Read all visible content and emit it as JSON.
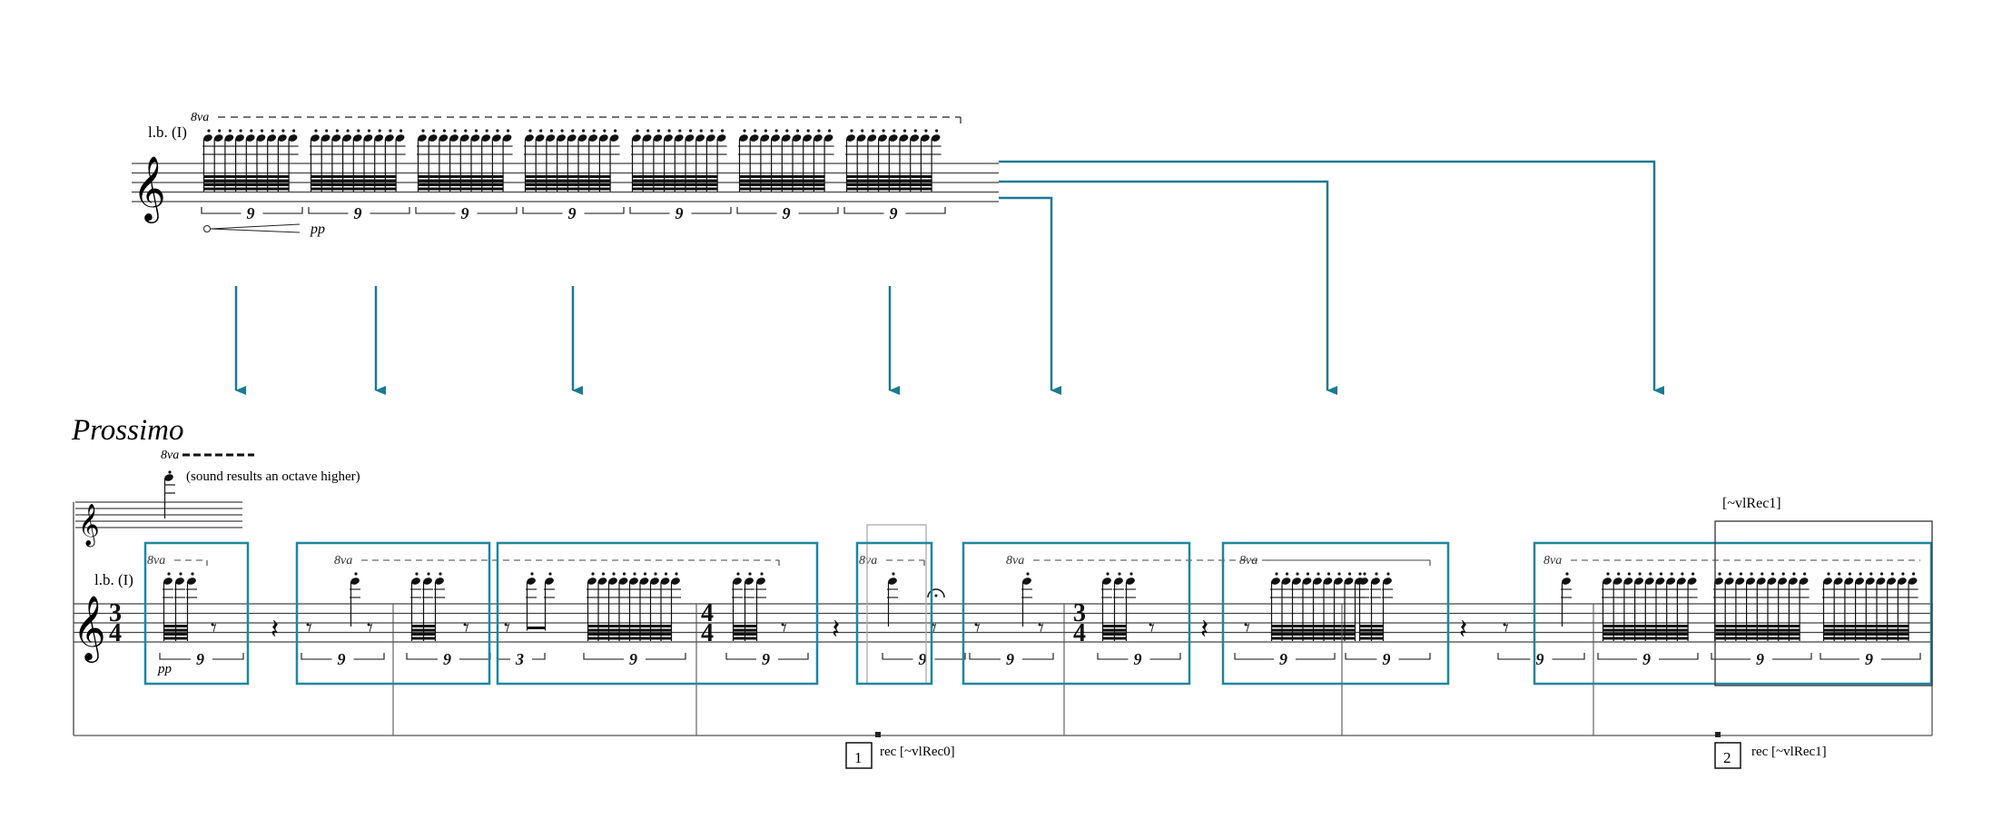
{
  "colors": {
    "arrow": "#1a7a94",
    "box": "#1f86a0",
    "ink": "#111111",
    "gray_box": "#aaaaaa"
  },
  "top_excerpt": {
    "instrument_label": "l.b. (I)",
    "ottava": "8va",
    "dynamic": "pp",
    "tuplets": [
      "9",
      "9",
      "9",
      "9",
      "9",
      "9",
      "9"
    ]
  },
  "bottom_system": {
    "tempo_marking": "Prossimo",
    "ottava_reference": "8va",
    "reference_note_text": "(sound results an octave higher)",
    "instrument_label": "l.b. (I)",
    "time_signatures": [
      {
        "top": "3",
        "bottom": "4"
      },
      {
        "top": "4",
        "bottom": "4"
      },
      {
        "top": "3",
        "bottom": "4"
      }
    ],
    "ottava_labels": [
      "8va",
      "8va",
      "8va",
      "8va",
      "8va",
      "8va"
    ],
    "dynamic": "pp",
    "tuplets": [
      "9",
      "9",
      "9",
      "3",
      "9",
      "9",
      "9",
      "9",
      "9",
      "9",
      "9",
      "9",
      "9",
      "9",
      "9"
    ],
    "recording_box_label": "[~vlRec1]",
    "cues": [
      {
        "number": "1",
        "label": "rec [~vlRec0]"
      },
      {
        "number": "2",
        "label": "rec [~vlRec1]"
      }
    ]
  }
}
